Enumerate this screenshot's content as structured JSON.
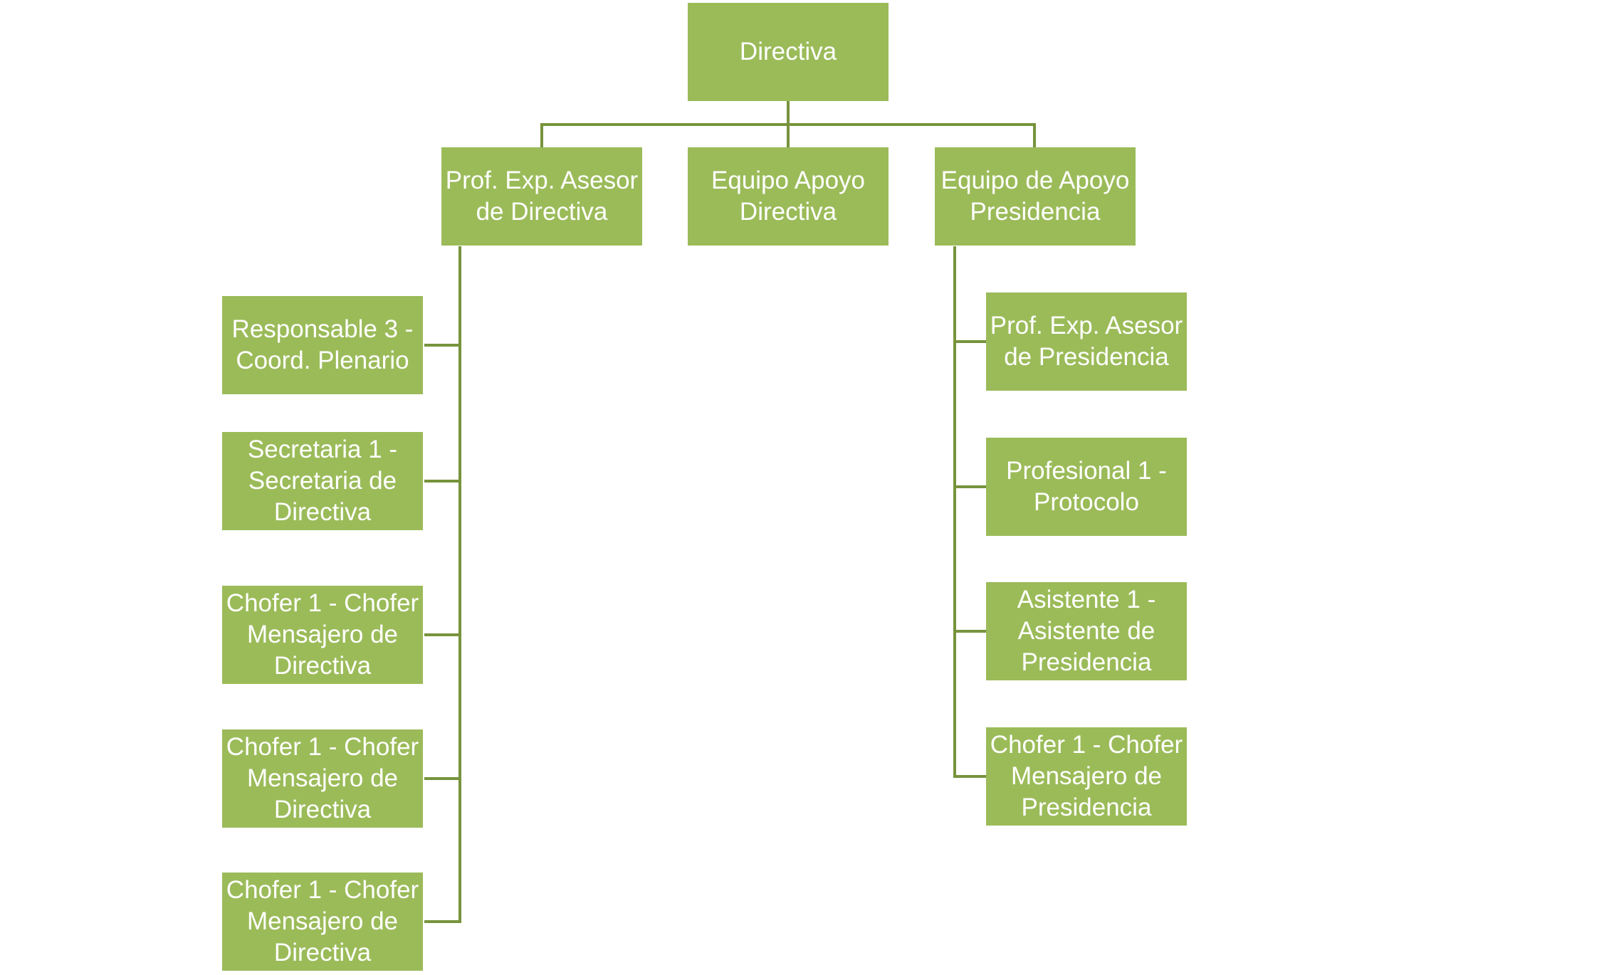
{
  "colors": {
    "node_fill": "#9bbb59",
    "connector": "#77933c",
    "text": "#ffffff",
    "background": "#ffffff"
  },
  "org_chart": {
    "root": "Directiva",
    "level2": [
      "Prof. Exp. Asesor\nde Directiva",
      "Equipo Apoyo\nDirectiva",
      "Equipo de Apoyo\nPresidencia"
    ],
    "left_children": [
      "Responsable 3 -\nCoord. Plenario",
      "Secretaria 1 -\nSecretaria de\nDirectiva",
      "Chofer 1 - Chofer\nMensajero de\nDirectiva",
      "Chofer 1 - Chofer\nMensajero de\nDirectiva",
      "Chofer 1 - Chofer\nMensajero de\nDirectiva"
    ],
    "right_children": [
      "Prof. Exp. Asesor\nde Presidencia",
      "Profesional 1 -\nProtocolo",
      "Asistente 1 -\nAsistente de\nPresidencia",
      "Chofer 1 - Chofer\nMensajero de\nPresidencia"
    ]
  }
}
